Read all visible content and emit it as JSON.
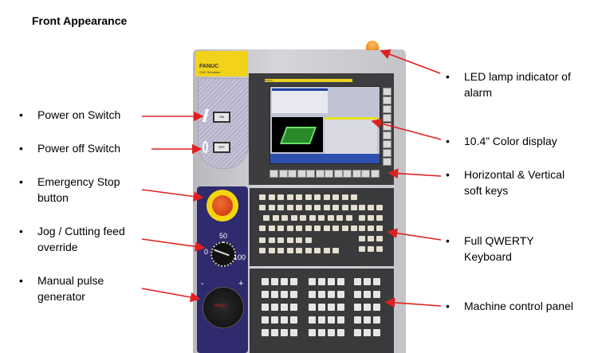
{
  "title": "Front Appearance",
  "device": {
    "brand": "FANUC",
    "brand_sub": "CNC Simulator",
    "on_label": "ON",
    "off_label": "OFF",
    "dial_marks": [
      "0",
      "50",
      "100"
    ],
    "mpg_marks": [
      "-",
      "+"
    ],
    "screen_header": "FANUC"
  },
  "left_labels": [
    {
      "lines": [
        "Power on Switch"
      ]
    },
    {
      "lines": [
        "Power off Switch"
      ]
    },
    {
      "lines": [
        "Emergency Stop",
        "button"
      ]
    },
    {
      "lines": [
        "Jog / Cutting feed",
        "override"
      ]
    },
    {
      "lines": [
        "Manual pulse",
        "generator"
      ]
    }
  ],
  "right_labels": [
    {
      "lines": [
        "LED lamp indicator of",
        "alarm"
      ]
    },
    {
      "lines": [
        "10.4” Color display"
      ]
    },
    {
      "lines": [
        "Horizontal & Vertical",
        "soft keys"
      ]
    },
    {
      "lines": [
        "Full QWERTY",
        "Keyboard"
      ]
    },
    {
      "lines": [
        "Machine control panel"
      ]
    }
  ],
  "bullet": "•",
  "colors": {
    "arrow": "#e02020",
    "panel_yellow": "#f2d21a",
    "panel_blue": "#2f2b6e",
    "led": "#f0a020"
  }
}
